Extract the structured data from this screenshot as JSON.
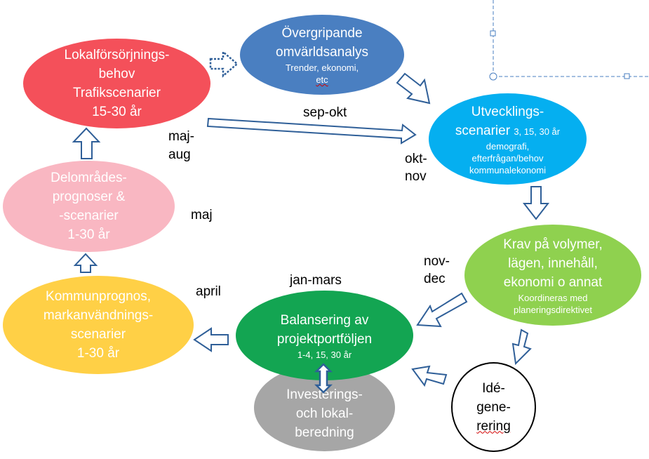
{
  "nodes": {
    "lokalforsorjning": {
      "lines": [
        "Lokalförsörjnings-",
        "behov",
        "Trafikscenarier",
        "15-30 år"
      ]
    },
    "omvarld": {
      "title": [
        "Övergripande",
        "omvärldsanalys"
      ],
      "sub": [
        "Trender, ekonomi,",
        "etc"
      ]
    },
    "utveckling": {
      "title": [
        "Utvecklings-",
        "scenarier"
      ],
      "title_suffix": "3, 15, 30 år",
      "sub": [
        "demografi,",
        "efterfrågan/behov",
        "kommunalekonomi"
      ]
    },
    "krav": {
      "title": [
        "Krav på volymer,",
        "lägen, innehåll,",
        "ekonomi o annat"
      ],
      "sub": [
        "Koordineras med",
        "planeringsdirektivet"
      ]
    },
    "idegenerering": {
      "lines": [
        "Idé-",
        "gene-",
        "rering"
      ]
    },
    "balansering": {
      "title": [
        "Balansering av",
        "projektportföljen"
      ],
      "sub": "1-4, 15, 30 år"
    },
    "investering": {
      "lines": [
        "Investerings-",
        "och lokal-",
        "beredning"
      ]
    },
    "kommunprognos": {
      "lines": [
        "Kommunprognos,",
        "markanvändnings-",
        "scenarier",
        "1-30 år"
      ]
    },
    "delomrade": {
      "lines": [
        "Delområdes-",
        "prognoser &",
        "-scenarier",
        "1-30 år"
      ]
    }
  },
  "labels": {
    "sep_okt": "sep-okt",
    "maj_aug": [
      "maj-",
      "aug"
    ],
    "okt_nov": [
      "okt-",
      "nov"
    ],
    "maj": "maj",
    "nov_dec": [
      "nov-",
      "dec"
    ],
    "jan_mars": "jan-mars",
    "april": "april"
  },
  "colors": {
    "red": "#f4505a",
    "blue": "#4a7fc1",
    "cyan": "#05aff0",
    "light_green": "#8fd14f",
    "green": "#13a552",
    "grey": "#a6a6a6",
    "yellow": "#ffd046",
    "pink": "#f9b7c2",
    "arrow_outline": "#2f5f98",
    "accent_blue": "#0070c0"
  }
}
